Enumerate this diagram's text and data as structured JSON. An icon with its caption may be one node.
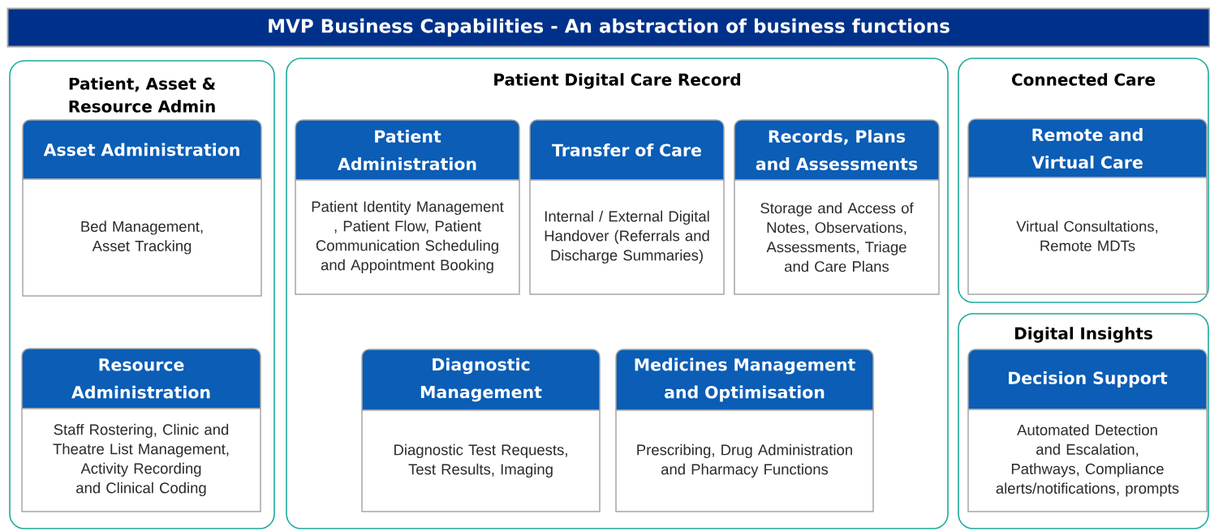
{
  "diagram": {
    "title": "MVP Business Capabilities - An abstraction of business functions",
    "nodes": [
      {
        "text": [
          "Patient, Asset & Resource Admin"
        ]
      },
      {
        "text": [
          "Asset Administration",
          "Bed Management, Asset Tracking"
        ],
        "in": 0
      },
      {
        "text": [
          "Resource Administration",
          "Staff Rostering, Clinic and Theatre List Management, Activity Recording and Clinical Coding"
        ],
        "in": 0
      },
      {
        "text": [
          "Patient Digital Care Record"
        ]
      },
      {
        "text": [
          "Patient Administration",
          "Patient Identity Management , Patient Flow, Patient Communication Scheduling and Appointment Booking"
        ],
        "in": 3
      },
      {
        "text": [
          "Transfer of Care",
          "Internal / External Digital Handover (Referrals and Discharge Summaries)"
        ],
        "in": 3
      },
      {
        "text": [
          "Records, Plans and Assessments",
          "Storage and Access of Notes, Observations, Assessments, Triage and Care Plans"
        ],
        "in": 3
      },
      {
        "text": [
          "Diagnostic Management",
          "Diagnostic Test Requests, Test Results, Imaging"
        ],
        "in": 3
      },
      {
        "text": [
          "Medicines Management and Optimisation",
          "Prescribing, Drug Administration and Pharmacy Functions"
        ],
        "in": 3
      },
      {
        "text": [
          "Connected Care"
        ]
      },
      {
        "text": [
          "Remote and Virtual Care",
          "Virtual Consultations, Remote MDTs"
        ],
        "in": 9
      },
      {
        "text": [
          "Digital Insights"
        ]
      },
      {
        "text": [
          "Decision Support",
          "Automated Detection and Escalation, Pathways, Compliance alerts/notifications, prompts"
        ],
        "in": 11
      }
    ]
  }
}
